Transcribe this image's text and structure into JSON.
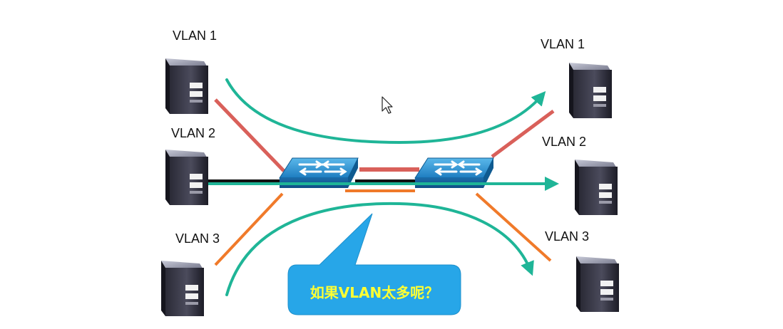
{
  "hosts": {
    "left": [
      {
        "vlan_label": "VLAN 1"
      },
      {
        "vlan_label": "VLAN 2"
      },
      {
        "vlan_label": "VLAN 3"
      }
    ],
    "right": [
      {
        "vlan_label": "VLAN 1"
      },
      {
        "vlan_label": "VLAN 2"
      },
      {
        "vlan_label": "VLAN 3"
      }
    ]
  },
  "callout": {
    "text": "如果VLAN太多呢？"
  },
  "colors": {
    "vlan1_link": "#d9605a",
    "vlan2_link": "#111111",
    "vlan3_link": "#f07a2a",
    "traffic_arrow": "#1fb597",
    "switch_top": "#2f9bd8",
    "callout_bg": "#27a6e8",
    "callout_text": "#ffff33"
  },
  "icons": {
    "host": "server-tower-icon",
    "switch": "network-switch-icon",
    "pointer": "mouse-cursor-icon"
  }
}
